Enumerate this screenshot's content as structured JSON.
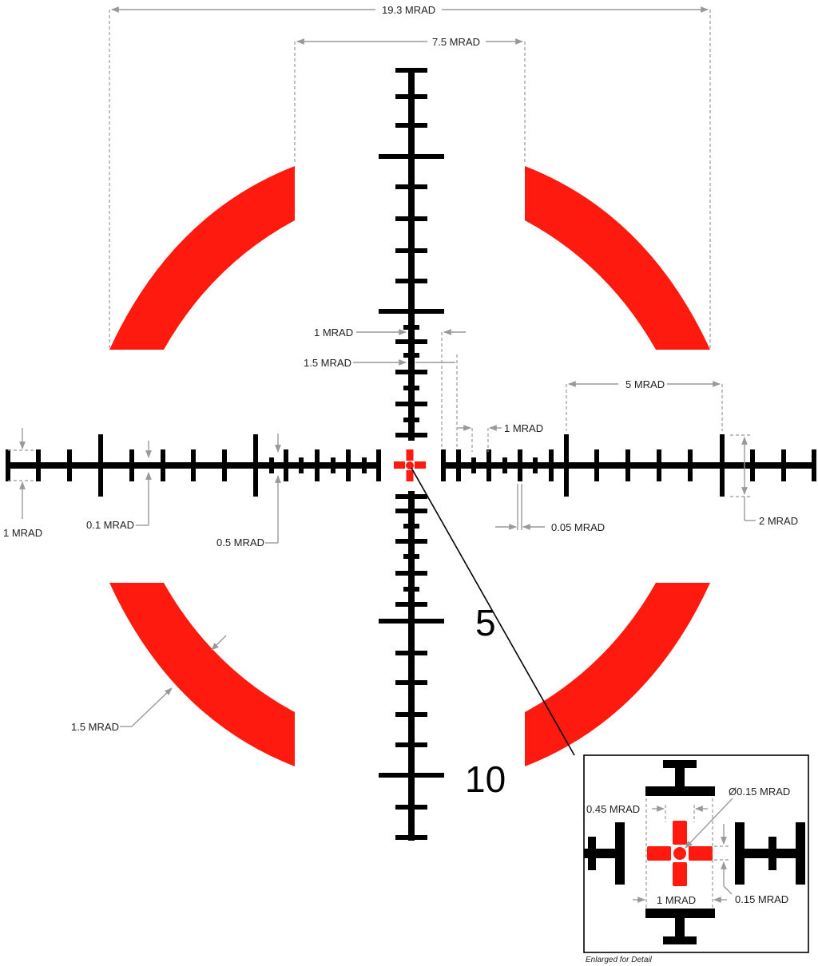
{
  "diagram": {
    "labels": {
      "top_span": "19.3 MRAD",
      "inner_span": "7.5 MRAD",
      "one_mrad_vertical": "1 MRAD",
      "one_five_mrad_vertical": "1.5 MRAD",
      "five_mrad": "5 MRAD",
      "one_mrad_right": "1 MRAD",
      "one_mrad_left": "1 MRAD",
      "point_one_mrad": "0.1 MRAD",
      "point_five_mrad": "0.5 MRAD",
      "point_zero_five_mrad": "0.05 MRAD",
      "two_mrad": "2 MRAD",
      "arc_width": "1.5 MRAD"
    },
    "numbers": {
      "five": "5",
      "ten": "10"
    },
    "inset": {
      "dot_diameter": "Ø0.15 MRAD",
      "gap": "0.45 MRAD",
      "width": "1 MRAD",
      "thickness": "0.15 MRAD",
      "caption": "Enlarged for Detail"
    },
    "colors": {
      "reticle": "#000000",
      "illumination": "#ff1a10",
      "dimension": "#999999"
    }
  }
}
